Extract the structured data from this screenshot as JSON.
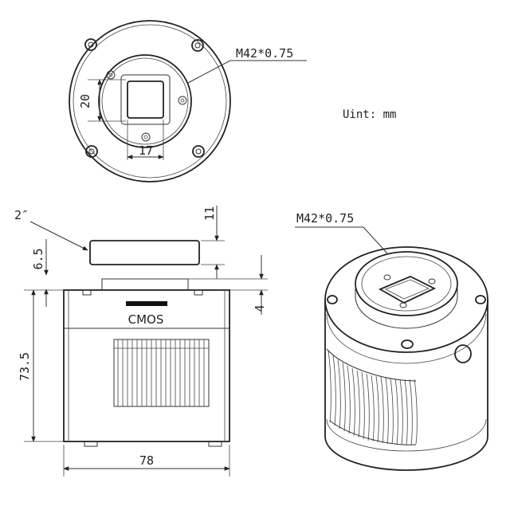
{
  "unit_note": "Uint: mm",
  "front_view": {
    "thread_label": "M42*0.75",
    "dim_height": "20",
    "dim_width": "17"
  },
  "side_view": {
    "filter_label": "2″",
    "dim_filter_thickness": "11",
    "dim_filter_offset": "6.5",
    "dim_body_height": "73.5",
    "dim_flange": "4",
    "dim_body_width": "78",
    "sensor_label": "CMOS"
  },
  "iso_view": {
    "thread_label": "M42*0.75"
  }
}
